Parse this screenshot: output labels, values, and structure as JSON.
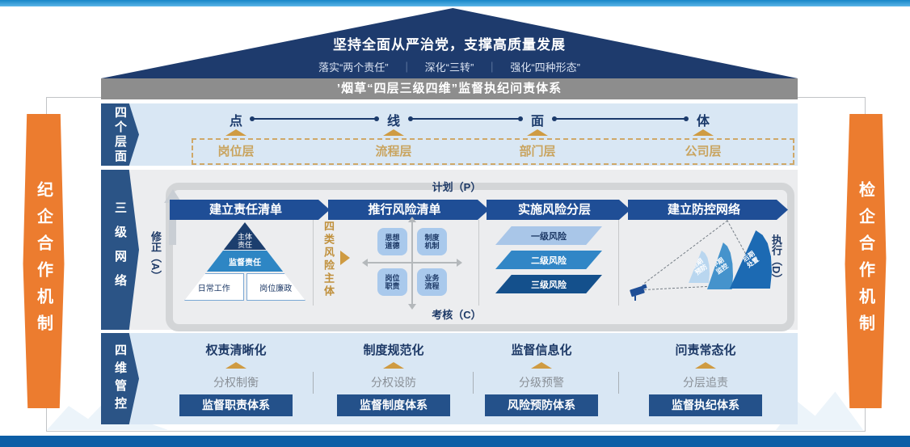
{
  "top": {
    "roof_title": "坚持全面从严治党，支撑高质量发展",
    "roof_sub1": "落实“两个责任”",
    "roof_sub2": "深化“三转”",
    "roof_sub3": "强化“四种形态”",
    "roof_sep": "｜",
    "banner_title": "’烟草“四层三级四维”监督执纪问责体系"
  },
  "pillars": {
    "left": "纪企合作机制",
    "right": "检企合作机制"
  },
  "row1": {
    "label": "四个层面",
    "nodes": [
      "点",
      "线",
      "面",
      "体"
    ],
    "layers": [
      "岗位层",
      "流程层",
      "部门层",
      "公司层"
    ]
  },
  "row2": {
    "label": "三级网络",
    "plan": "计划（P）",
    "do": "执行（D）",
    "check": "考核（C）",
    "act": "修正（A）",
    "steps": [
      "建立责任清单",
      "推行风险清单",
      "实施风险分层",
      "建立防控网络"
    ],
    "pyramid": {
      "top": "主体责任",
      "mid": "监督责任",
      "left": "日常工作",
      "right": "岗位廉政"
    },
    "risk_subject": "四类风险主体",
    "quadrant": [
      "思想道德",
      "制度机制",
      "岗位职责",
      "业务流程"
    ],
    "levels": [
      "一级风险",
      "二级风险",
      "三级风险"
    ],
    "fan": [
      "前期预防",
      "中期监控",
      "后期处置"
    ]
  },
  "row3": {
    "label": "四维管控",
    "cols": [
      {
        "title": "权责清晰化",
        "mech": "分权制衡",
        "system": "监督职责体系"
      },
      {
        "title": "制度规范化",
        "mech": "分权设防",
        "system": "监督制度体系"
      },
      {
        "title": "监督信息化",
        "mech": "分级预警",
        "system": "风险预防体系"
      },
      {
        "title": "问责常态化",
        "mech": "分层追责",
        "system": "监督执纪体系"
      }
    ]
  },
  "colors": {
    "roof_navy": "#1e3b6d",
    "label_blue": "#2b5486",
    "step_blue": "#1f4e96",
    "badge_blue": "#24518a",
    "row_light_blue": "#d9e7f4",
    "row_gray": "#ecedef",
    "gray_bar": "#8d8d8d",
    "gold": "#cf9b42",
    "orange": "#ec7c2f",
    "bottom_bar": "#0d5ea6"
  }
}
